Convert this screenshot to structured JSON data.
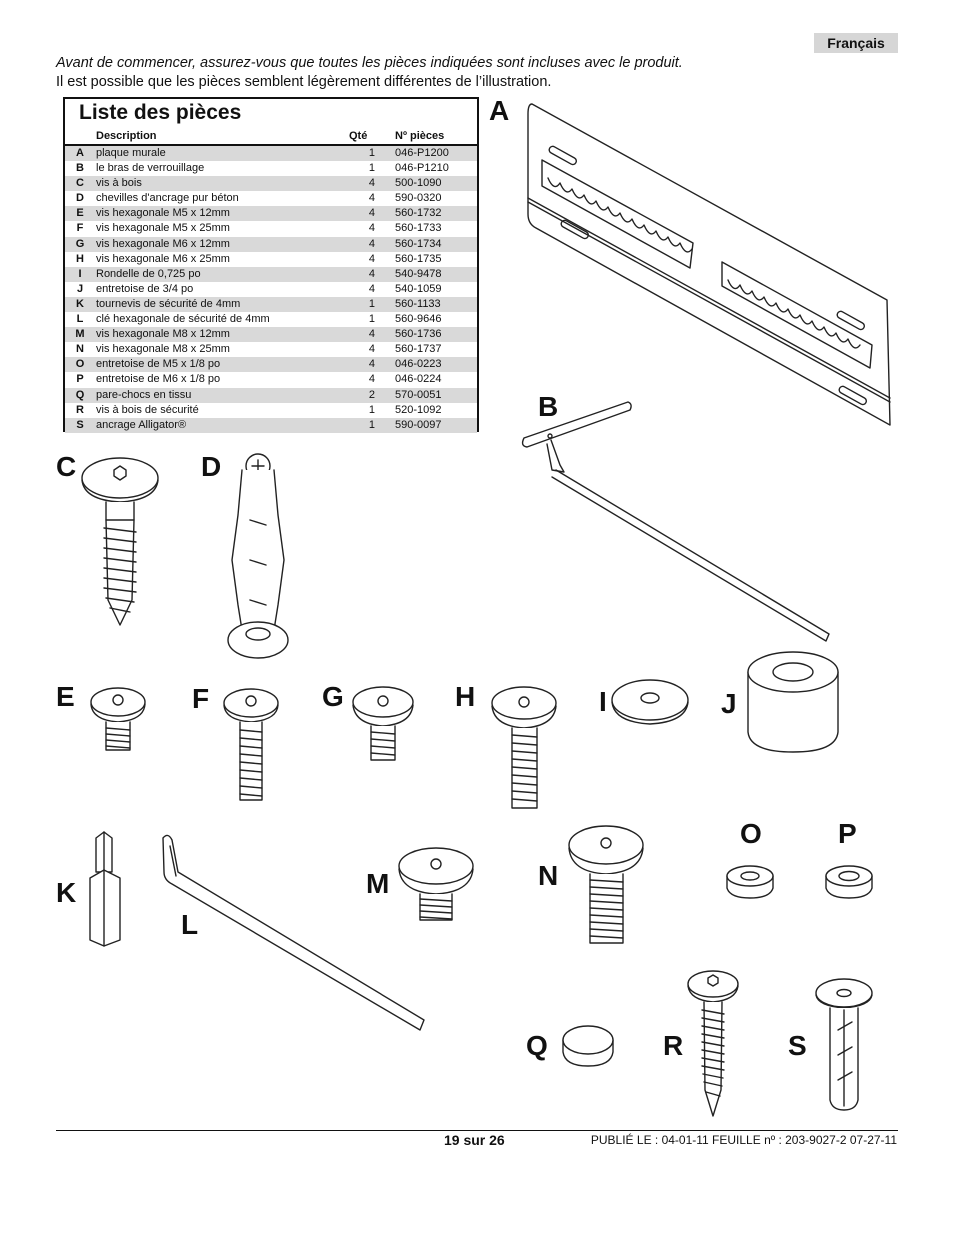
{
  "language_tab": "Français",
  "intro": {
    "line1": "Avant de commencer, assurez-vous que toutes les pièces indiquées sont incluses avec le produit.",
    "line2": "Il est possible que les pièces semblent légèrement différentes de l’illustration."
  },
  "parts_list": {
    "title": "Liste des pièces",
    "headers": {
      "description": "Description",
      "qty": "Qté",
      "part_number": "Nº pièces"
    },
    "rows": [
      {
        "letter": "A",
        "description": "plaque murale",
        "qty": "1",
        "part_number": "046-P1200"
      },
      {
        "letter": "B",
        "description": "le bras de verrouillage",
        "qty": "1",
        "part_number": "046-P1210"
      },
      {
        "letter": "C",
        "description": "vis à bois",
        "qty": "4",
        "part_number": "500-1090"
      },
      {
        "letter": "D",
        "description": "chevilles d'ancrage pur béton",
        "qty": "4",
        "part_number": "590-0320"
      },
      {
        "letter": "E",
        "description": "vis hexagonale M5 x 12mm",
        "qty": "4",
        "part_number": "560-1732"
      },
      {
        "letter": "F",
        "description": "vis hexagonale M5 x 25mm",
        "qty": "4",
        "part_number": "560-1733"
      },
      {
        "letter": "G",
        "description": "vis hexagonale M6 x 12mm",
        "qty": "4",
        "part_number": "560-1734"
      },
      {
        "letter": "H",
        "description": "vis hexagonale M6 x 25mm",
        "qty": "4",
        "part_number": "560-1735"
      },
      {
        "letter": "I",
        "description": "Rondelle de 0,725 po",
        "qty": "4",
        "part_number": "540-9478"
      },
      {
        "letter": "J",
        "description": "entretoise de 3/4 po",
        "qty": "4",
        "part_number": "540-1059"
      },
      {
        "letter": "K",
        "description": "tournevis de sécurité de 4mm",
        "qty": "1",
        "part_number": "560-1133"
      },
      {
        "letter": "L",
        "description": "clé hexagonale de sécurité de 4mm",
        "qty": "1",
        "part_number": "560-9646"
      },
      {
        "letter": "M",
        "description": "vis hexagonale M8 x 12mm",
        "qty": "4",
        "part_number": "560-1736"
      },
      {
        "letter": "N",
        "description": "vis hexagonale M8 x 25mm",
        "qty": "4",
        "part_number": "560-1737"
      },
      {
        "letter": "O",
        "description": "entretoise de M5 x 1/8 po",
        "qty": "4",
        "part_number": "046-0223"
      },
      {
        "letter": "P",
        "description": "entretoise de M6 x 1/8 po",
        "qty": "4",
        "part_number": "046-0224"
      },
      {
        "letter": "Q",
        "description": "pare-chocs en tissu",
        "qty": "2",
        "part_number": "570-0051"
      },
      {
        "letter": "R",
        "description": "vis à bois de sécurité",
        "qty": "1",
        "part_number": "520-1092"
      },
      {
        "letter": "S",
        "description": "ancrage Alligator®",
        "qty": "1",
        "part_number": "590-0097"
      }
    ]
  },
  "illustration_labels": {
    "A": "A",
    "B": "B",
    "C": "C",
    "D": "D",
    "E": "E",
    "F": "F",
    "G": "G",
    "H": "H",
    "I": "I",
    "J": "J",
    "K": "K",
    "L": "L",
    "M": "M",
    "N": "N",
    "O": "O",
    "P": "P",
    "Q": "Q",
    "R": "R",
    "S": "S"
  },
  "footer": {
    "page": "19 sur 26",
    "published": "PUBLIÉ LE : 04-01-11  FEUILLE nº : 203-9027-2  07-27-11"
  }
}
